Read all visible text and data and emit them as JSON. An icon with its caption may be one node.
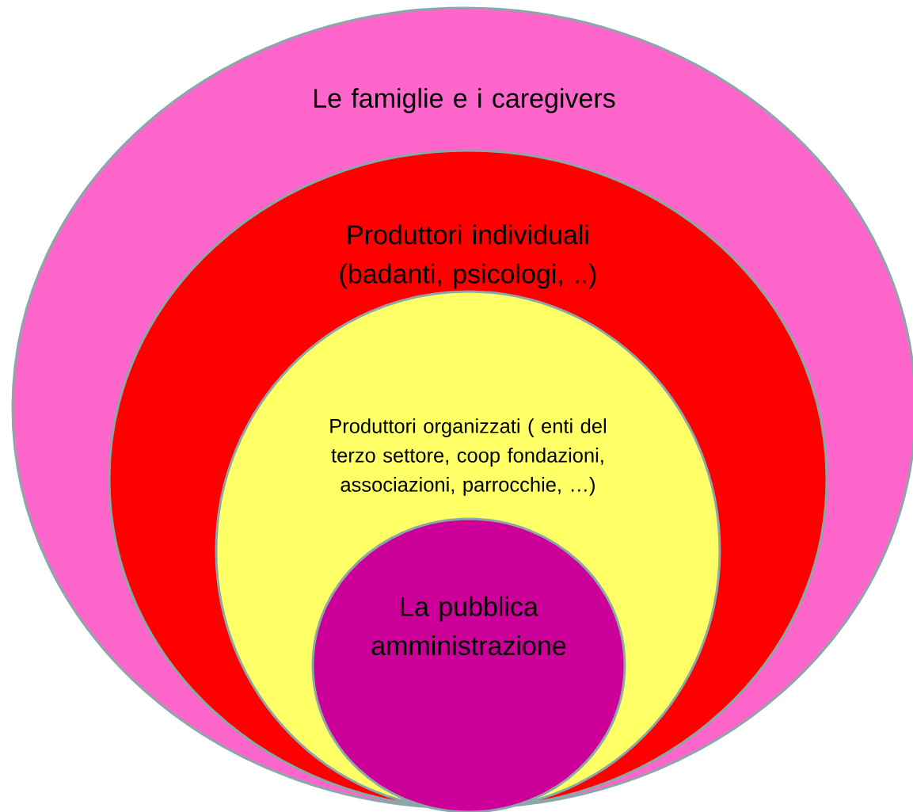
{
  "diagram": {
    "nodes": [
      {
        "text": [
          "Le famiglie e i caregivers"
        ]
      },
      {
        "text": [
          "Produttori individuali (badanti, psicologi, ..)"
        ],
        "in": 0
      },
      {
        "text": [
          "Produttori organizzati ( enti del terzo settore, coop fondazioni, associazioni, parrocchie, …)"
        ],
        "in": 1
      },
      {
        "text": [
          "La pubblica amministrazione"
        ],
        "in": 2
      }
    ]
  }
}
